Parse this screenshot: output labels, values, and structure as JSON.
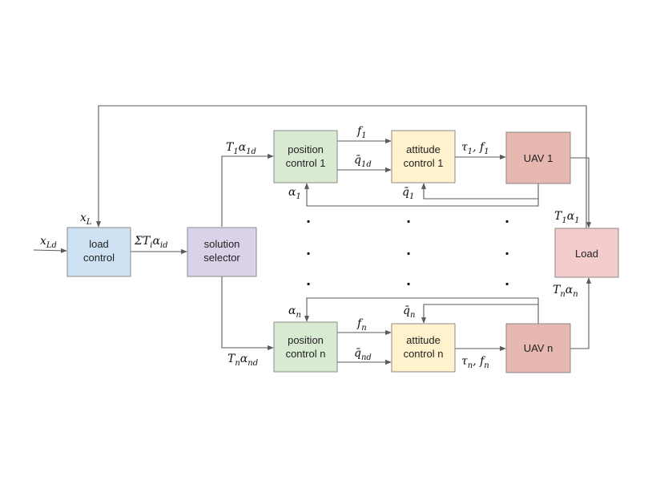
{
  "colors": {
    "load_control": "#cfe2f3",
    "solution_selector": "#d9d2e9",
    "position_control": "#d9ead3",
    "attitude_control": "#fff2cc",
    "uav": "#e6b8af",
    "load": "#f4cccc",
    "wire": "#5a5a5a"
  },
  "blocks": {
    "load_control": [
      "load",
      "control"
    ],
    "solution_selector": [
      "solution",
      "selector"
    ],
    "position_control_1": [
      "position",
      "control 1"
    ],
    "attitude_control_1": [
      "attitude",
      "control 1"
    ],
    "uav_1": [
      "UAV 1"
    ],
    "position_control_n": [
      "position",
      "control n"
    ],
    "attitude_control_n": [
      "attitude",
      "control n"
    ],
    "uav_n": [
      "UAV n"
    ],
    "load": [
      "Load"
    ]
  },
  "signals": {
    "x_ld": "x_Ld",
    "x_l": "x_L",
    "sum_t_alpha": "ΣT_iα_id",
    "t1_alpha_1d": "T_1α_1d",
    "tn_alpha_nd": "T_nα_nd",
    "f_1": "f_1",
    "q_bar_1d": "q̄_1d",
    "tau1_f1": "τ_1, f_1",
    "alpha_1": "α_1",
    "q_bar_1": "q̄_1",
    "t1_alpha_1": "T_1α_1",
    "f_n": "f_n",
    "q_bar_nd": "q̄_nd",
    "taun_fn": "τ_n, f_n",
    "alpha_n": "α_n",
    "q_bar_n": "q̄_n",
    "tn_alpha_n": "T_nα_n"
  },
  "ellipsis_dots": "·"
}
